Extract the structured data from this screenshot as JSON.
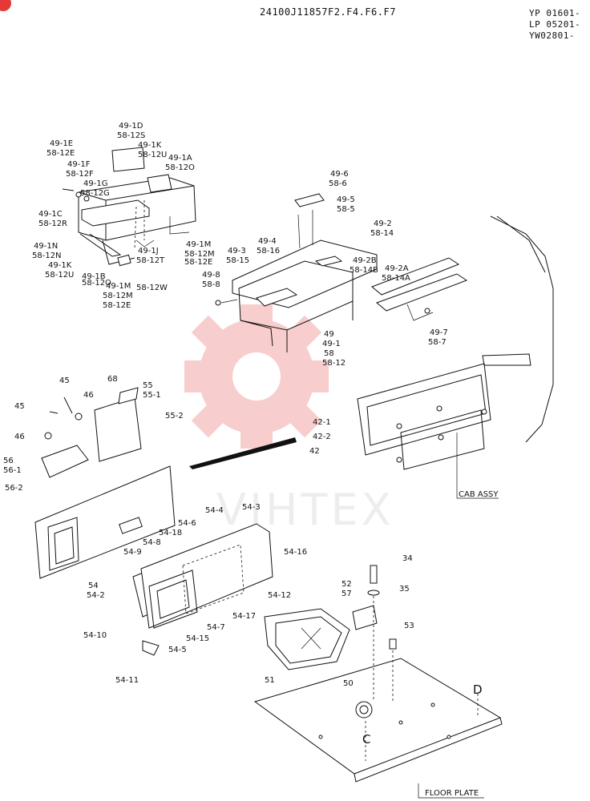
{
  "header": {
    "code": "24100J11857F2.F4.F6.F7",
    "serials": [
      "YP 01601-",
      "LP 05201-",
      "YW02801-"
    ]
  },
  "watermark": {
    "text": "VIHTEX",
    "color": "#f4a6a6"
  },
  "accent_color": "#e53935",
  "callouts": {
    "top_left": [
      "49-1D",
      "58-12S",
      "49-1K",
      "58-12U",
      "49-1A",
      "58-12O",
      "49-1E",
      "58-12E",
      "49-1F",
      "58-12F",
      "49-1G",
      "58-12G",
      "49-1C",
      "58-12R",
      "49-1N",
      "58-12N",
      "49-1K",
      "58-12U",
      "49-1B",
      "58-12O",
      "49-1J",
      "58-12T",
      "49-1M",
      "58-12M",
      "58-12E",
      "49-1M",
      "58-12M",
      "58-12E",
      "58-12W"
    ],
    "top_right": [
      "49-6",
      "58-6",
      "49-5",
      "58-5",
      "49-2",
      "58-14",
      "49-4",
      "58-16",
      "49-3",
      "58-15",
      "49-2B",
      "58-14B",
      "49-2A",
      "58-14A",
      "49-8",
      "58-8",
      "49-7",
      "58-7",
      "49",
      "49-1",
      "58",
      "58-12"
    ],
    "middle": [
      "68",
      "55",
      "55-1",
      "55-2",
      "45",
      "46",
      "45",
      "46",
      "56",
      "56-1",
      "56-2",
      "42-1",
      "42-2",
      "42",
      "54",
      "54-2"
    ],
    "lower": [
      "54-4",
      "54-3",
      "54-6",
      "54-18",
      "54-8",
      "54-9",
      "54-16",
      "54-12",
      "54-17",
      "54-7",
      "54-15",
      "54-5",
      "54-10",
      "54-11",
      "51",
      "34",
      "35",
      "52",
      "57",
      "53",
      "50"
    ],
    "letters": [
      "D",
      "C"
    ]
  },
  "sections": {
    "cab": "CAB ASSY",
    "floor": "FLOOR PLATE"
  }
}
